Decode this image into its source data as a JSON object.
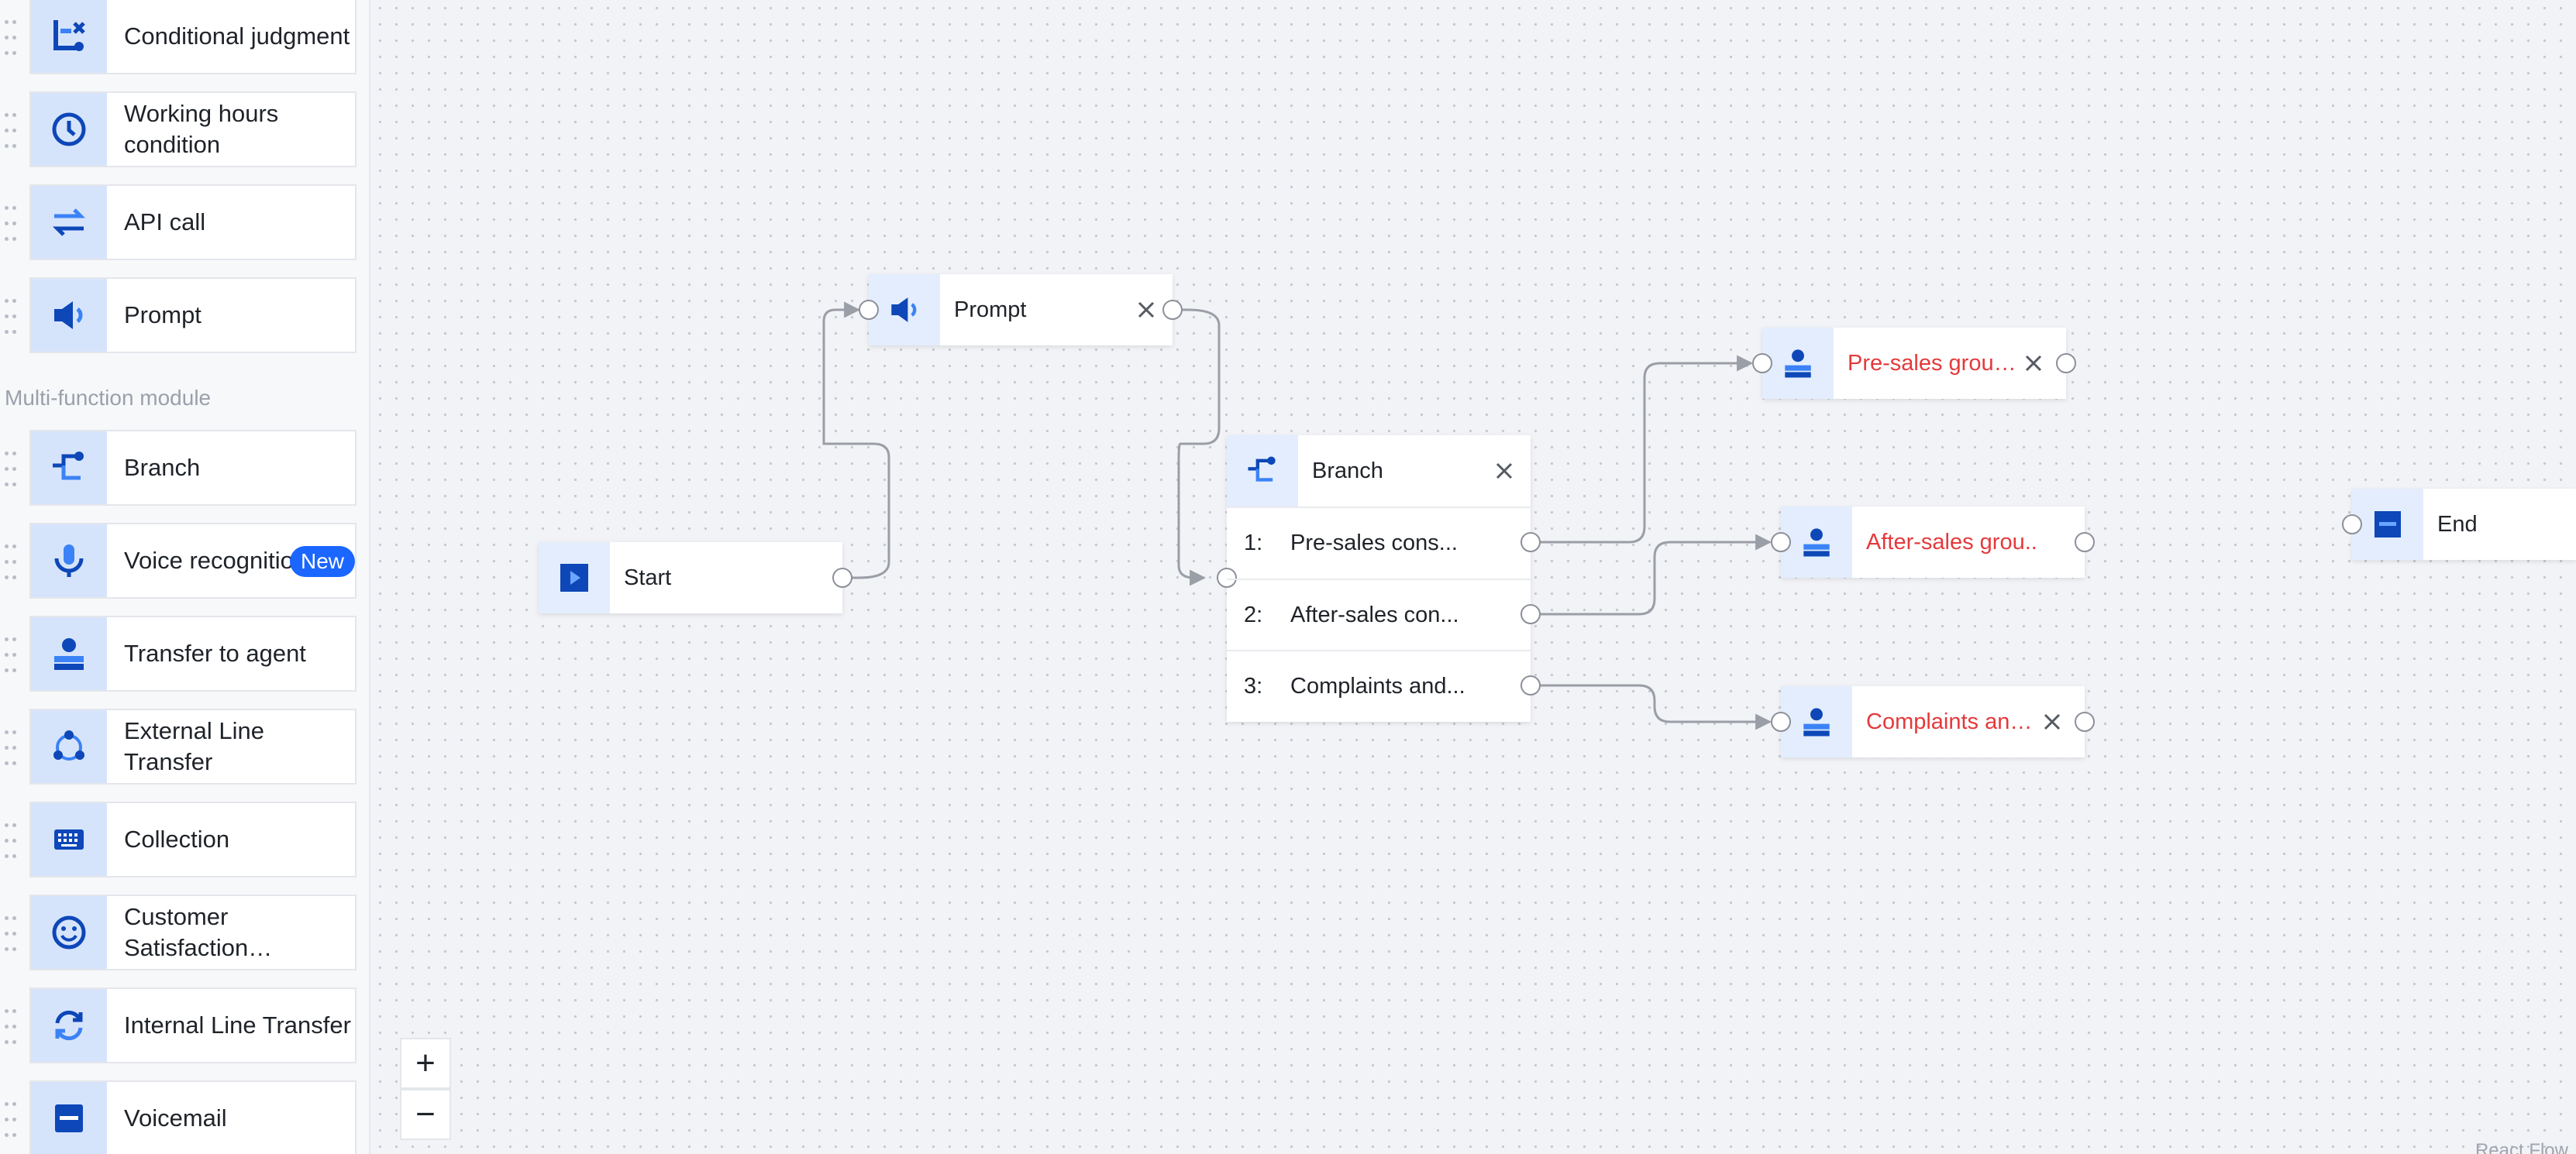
{
  "sidebar": {
    "top_items": [
      {
        "label": "Conditional judgment",
        "icon": "conditional-judgment-icon"
      },
      {
        "label": "Working hours condition",
        "icon": "clock-icon"
      },
      {
        "label": "API call",
        "icon": "api-arrows-icon"
      },
      {
        "label": "Prompt",
        "icon": "speaker-icon"
      }
    ],
    "section_title": "Multi-function module",
    "items": [
      {
        "label": "Branch",
        "icon": "branch-icon"
      },
      {
        "label": "Voice recognition…",
        "icon": "microphone-icon",
        "badge": "New"
      },
      {
        "label": "Transfer to agent",
        "icon": "agent-icon"
      },
      {
        "label": "External Line Transfer",
        "icon": "external-transfer-icon"
      },
      {
        "label": "Collection",
        "icon": "keyboard-icon"
      },
      {
        "label": "Customer Satisfaction…",
        "icon": "smiley-icon"
      },
      {
        "label": "Internal Line Transfer",
        "icon": "refresh-icon"
      },
      {
        "label": "Voicemail",
        "icon": "voicemail-icon"
      }
    ]
  },
  "canvas": {
    "nodes": {
      "start": {
        "title": "Start",
        "icon": "play-icon"
      },
      "prompt": {
        "title": "Prompt",
        "icon": "speaker-icon"
      },
      "branch": {
        "title": "Branch",
        "icon": "branch-icon",
        "rows": [
          {
            "num": "1:",
            "label": "Pre-sales cons..."
          },
          {
            "num": "2:",
            "label": "After-sales con..."
          },
          {
            "num": "3:",
            "label": "Complaints and..."
          }
        ]
      },
      "presales": {
        "title": "Pre-sales group..",
        "icon": "agent-icon"
      },
      "aftersales": {
        "title": "After-sales grou..",
        "icon": "agent-icon"
      },
      "complaints": {
        "title": "Complaints and ..",
        "icon": "agent-icon"
      },
      "end": {
        "title": "End",
        "icon": "end-icon"
      }
    },
    "zoom_in": "+",
    "zoom_out": "−",
    "watermark": "React Flow"
  },
  "colors": {
    "accent": "#1a66ff",
    "icon_blue": "#0d47b8",
    "icon_bg": "#d6e4fb",
    "warning_red": "#e5393b",
    "edge": "#9a9ea6"
  }
}
